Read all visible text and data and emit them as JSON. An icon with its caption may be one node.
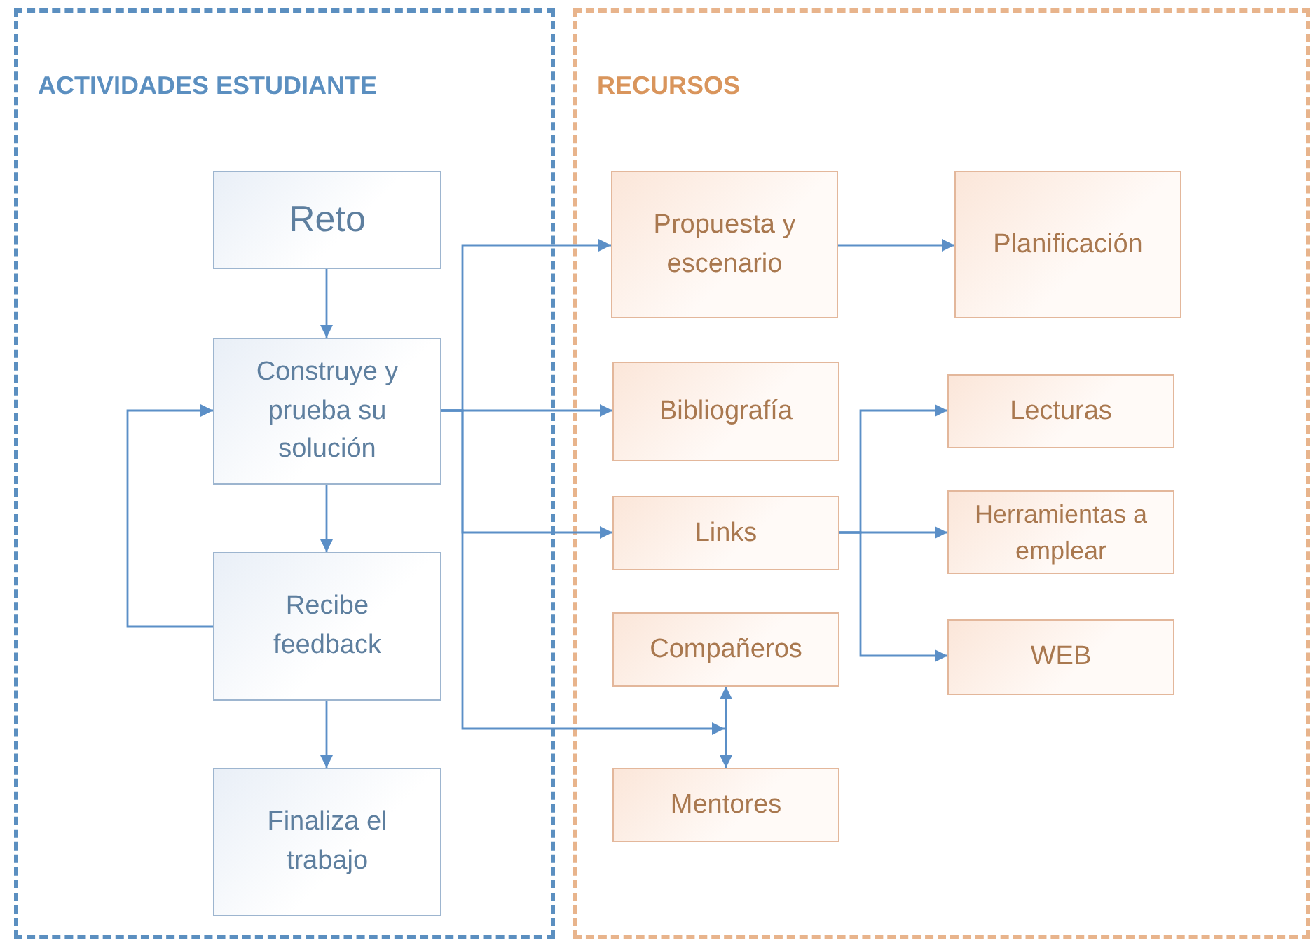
{
  "diagram": {
    "nodes": [
      {
        "text": [
          "ACTIVIDADES ESTUDIANTE"
        ]
      },
      {
        "text": [
          "RECURSOS"
        ]
      },
      {
        "text": [
          "Reto"
        ],
        "in": 0
      },
      {
        "text": [
          "Construye y prueba su solución"
        ],
        "in": 0
      },
      {
        "text": [
          "Recibe feedback"
        ],
        "in": 0
      },
      {
        "text": [
          "Finaliza el trabajo"
        ],
        "in": 0
      },
      {
        "text": [
          "Propuesta y escenario"
        ],
        "in": 1
      },
      {
        "text": [
          "Planificación"
        ],
        "in": 1
      },
      {
        "text": [
          "Bibliografía"
        ],
        "in": 1
      },
      {
        "text": [
          "Lecturas"
        ],
        "in": 1
      },
      {
        "text": [
          "Links"
        ],
        "in": 1
      },
      {
        "text": [
          "Herramientas a emplear"
        ],
        "in": 1
      },
      {
        "text": [
          "Compañeros"
        ],
        "in": 1
      },
      {
        "text": [
          "WEB"
        ],
        "in": 1
      },
      {
        "text": [
          "Mentores"
        ],
        "in": 1
      }
    ],
    "edges": [
      {
        "from": 2,
        "to": 3,
        "arrow": "to"
      },
      {
        "from": 3,
        "to": 4,
        "arrow": "to"
      },
      {
        "from": 4,
        "to": 5,
        "arrow": "to"
      },
      {
        "from": 4,
        "to": 3,
        "arrow": "to"
      },
      {
        "from": 3,
        "to": 6,
        "arrow": "to"
      },
      {
        "from": 3,
        "to": 8,
        "arrow": "to"
      },
      {
        "from": 3,
        "to": 10,
        "arrow": "to"
      },
      {
        "from": 3,
        "to": null,
        "arrow": "to"
      },
      {
        "from": 6,
        "to": 7,
        "arrow": "to"
      },
      {
        "from": 10,
        "to": 9,
        "arrow": "to"
      },
      {
        "from": 10,
        "to": 11,
        "arrow": "to"
      },
      {
        "from": 10,
        "to": 13,
        "arrow": "to"
      },
      {
        "from": 12,
        "to": 14,
        "arrow": "both"
      }
    ]
  }
}
